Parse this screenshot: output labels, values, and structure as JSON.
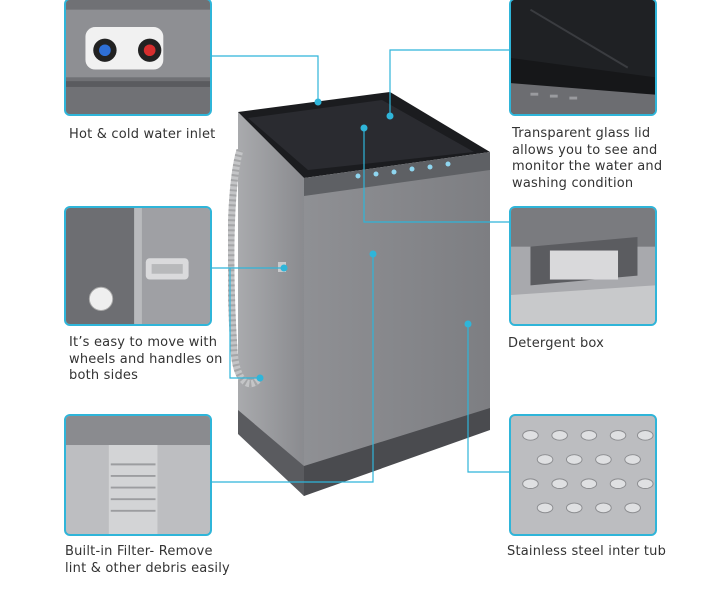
{
  "accent_color": "#2fb5d9",
  "features": {
    "water_inlet": {
      "lines": [
        "Hot & cold water inlet"
      ]
    },
    "glass_lid": {
      "lines": [
        "Transparent glass lid",
        "allows you to see and",
        "monitor the water and",
        "washing condition"
      ]
    },
    "wheels": {
      "lines": [
        "It’s easy to move with",
        "wheels and handles on",
        "both sides"
      ]
    },
    "detergent": {
      "lines": [
        "Detergent box"
      ]
    },
    "filter": {
      "lines": [
        "Built-in Filter- Remove",
        "lint & other debris easily"
      ]
    },
    "tub": {
      "lines": [
        "Stainless steel inter tub"
      ]
    }
  }
}
